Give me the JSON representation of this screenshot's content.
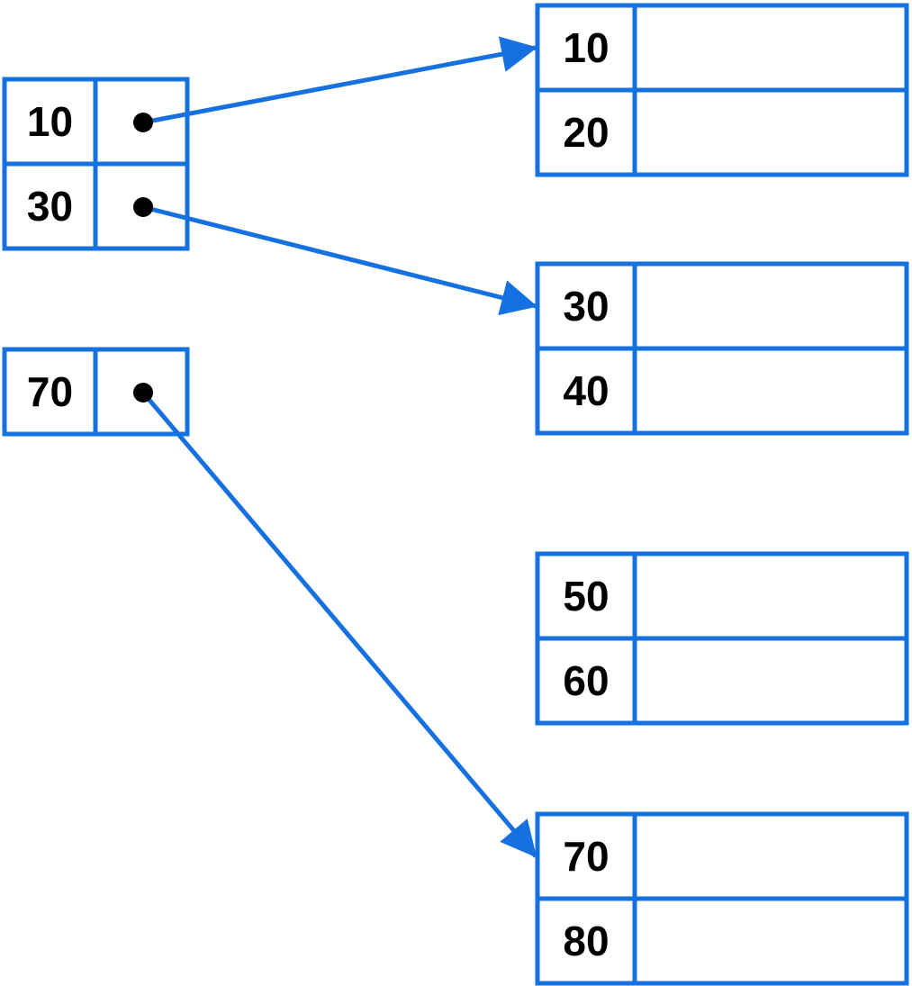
{
  "colors": {
    "stroke": "#1570e0",
    "pointer_dot": "#000000",
    "text": "#000000",
    "background": "#ffffff"
  },
  "index_blocks": [
    {
      "entries": [
        {
          "key": "10",
          "target_block": 0
        },
        {
          "key": "30",
          "target_block": 1
        }
      ]
    },
    {
      "entries": [
        {
          "key": "70",
          "target_block": 3
        }
      ]
    }
  ],
  "data_blocks": [
    {
      "keys": [
        "10",
        "20"
      ]
    },
    {
      "keys": [
        "30",
        "40"
      ]
    },
    {
      "keys": [
        "50",
        "60"
      ]
    },
    {
      "keys": [
        "70",
        "80"
      ]
    }
  ]
}
